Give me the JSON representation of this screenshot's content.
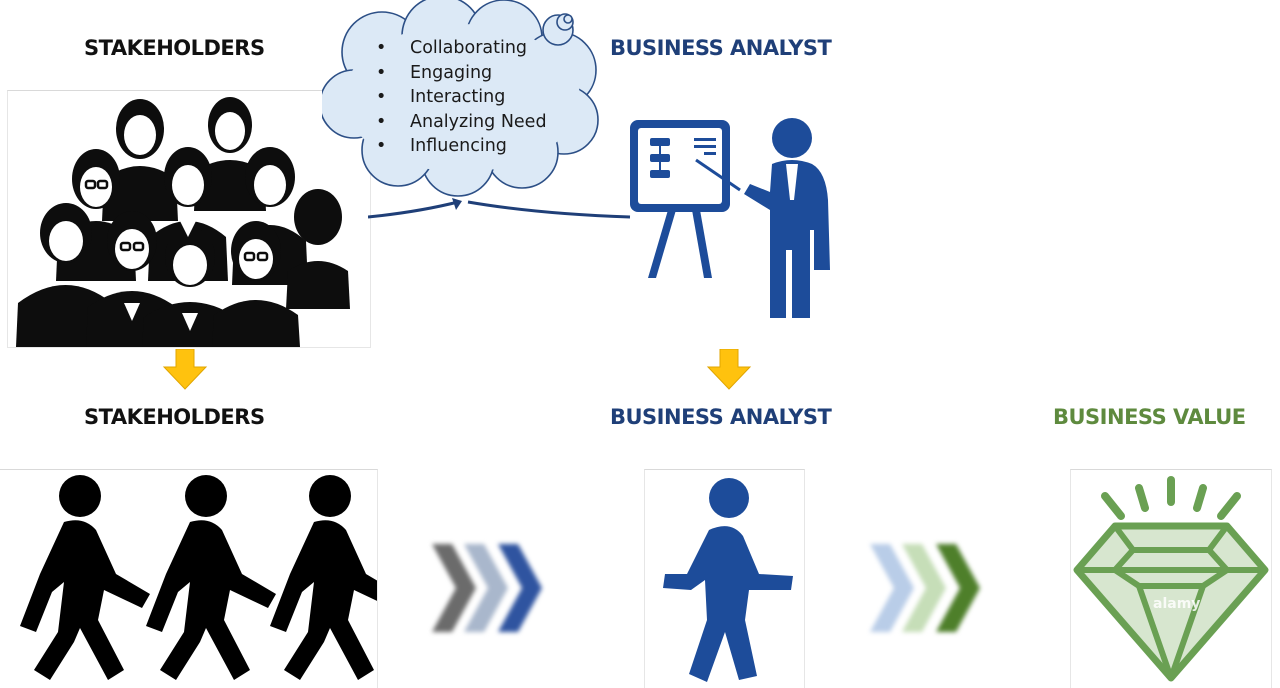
{
  "top": {
    "stakeholders_heading": "STAKEHOLDERS",
    "analyst_heading": "BUSINESS ANALYST"
  },
  "bottom": {
    "stakeholders_heading": "STAKEHOLDERS",
    "analyst_heading": "BUSINESS ANALYST",
    "value_heading": "BUSINESS VALUE"
  },
  "cloud": {
    "items": [
      "Collaborating",
      "Engaging",
      "Interacting",
      "Analyzing Need",
      "Influencing"
    ]
  },
  "watermark": "alamy",
  "colors": {
    "heading_dark": "#111111",
    "heading_blue": "#1f3f78",
    "heading_green": "#5e8a3e",
    "figure_blue": "#1d4c9a",
    "arrow_yellow": "#ffc20e",
    "cloud_fill": "#dce9f6",
    "cloud_stroke": "#2c4f86",
    "diamond_green": "#6aa053"
  },
  "icons": {
    "stakeholder_crowd": "people-group-icon",
    "presenter": "presenter-whiteboard-icon",
    "walkers": "walking-person-icon",
    "value": "diamond-icon",
    "flow": "chevron-arrows-icon"
  }
}
